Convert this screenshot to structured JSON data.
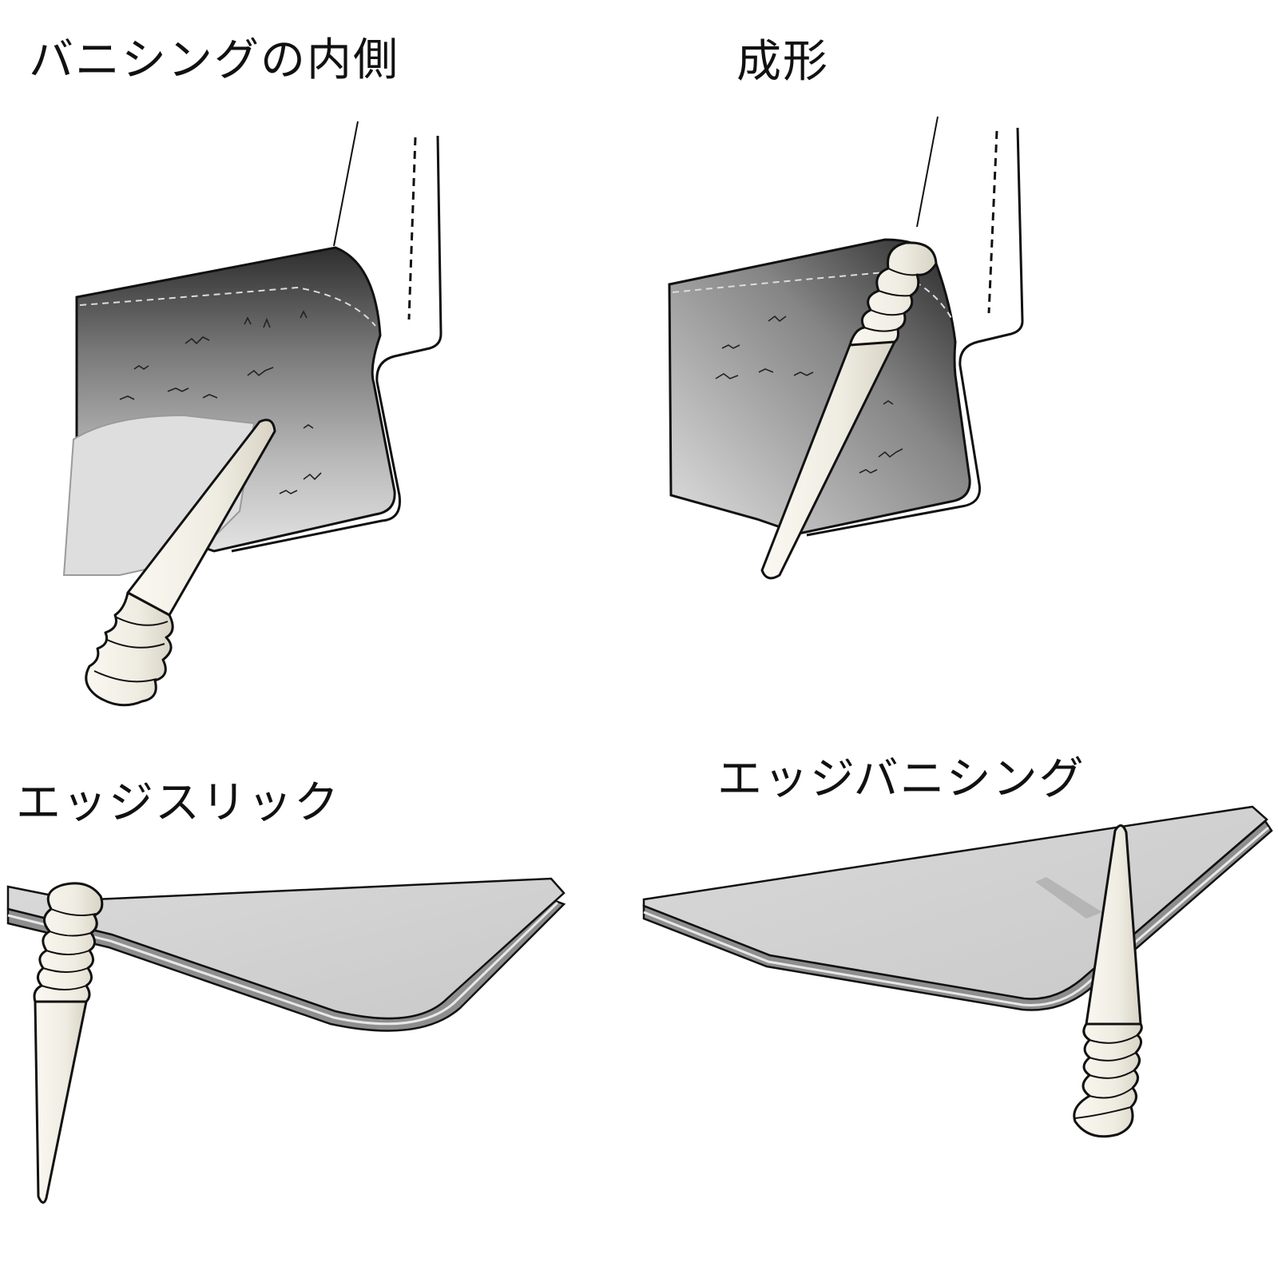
{
  "panels": {
    "top_left": {
      "label": "バニシングの内側"
    },
    "top_right": {
      "label": "成形"
    },
    "bottom_left": {
      "label": "エッジスリック"
    },
    "bottom_right": {
      "label": "エッジバニシング"
    }
  },
  "colors": {
    "background": "#ffffff",
    "outline": "#111111",
    "leather_dark": "#3a3a3a",
    "leather_light": "#e6e6e6",
    "leather_sheet": "#d3d3d3",
    "leather_sheet_edge": "#8e8e8e",
    "tool": "#f4f2ea",
    "tool_shadow": "#cfcbbd"
  }
}
